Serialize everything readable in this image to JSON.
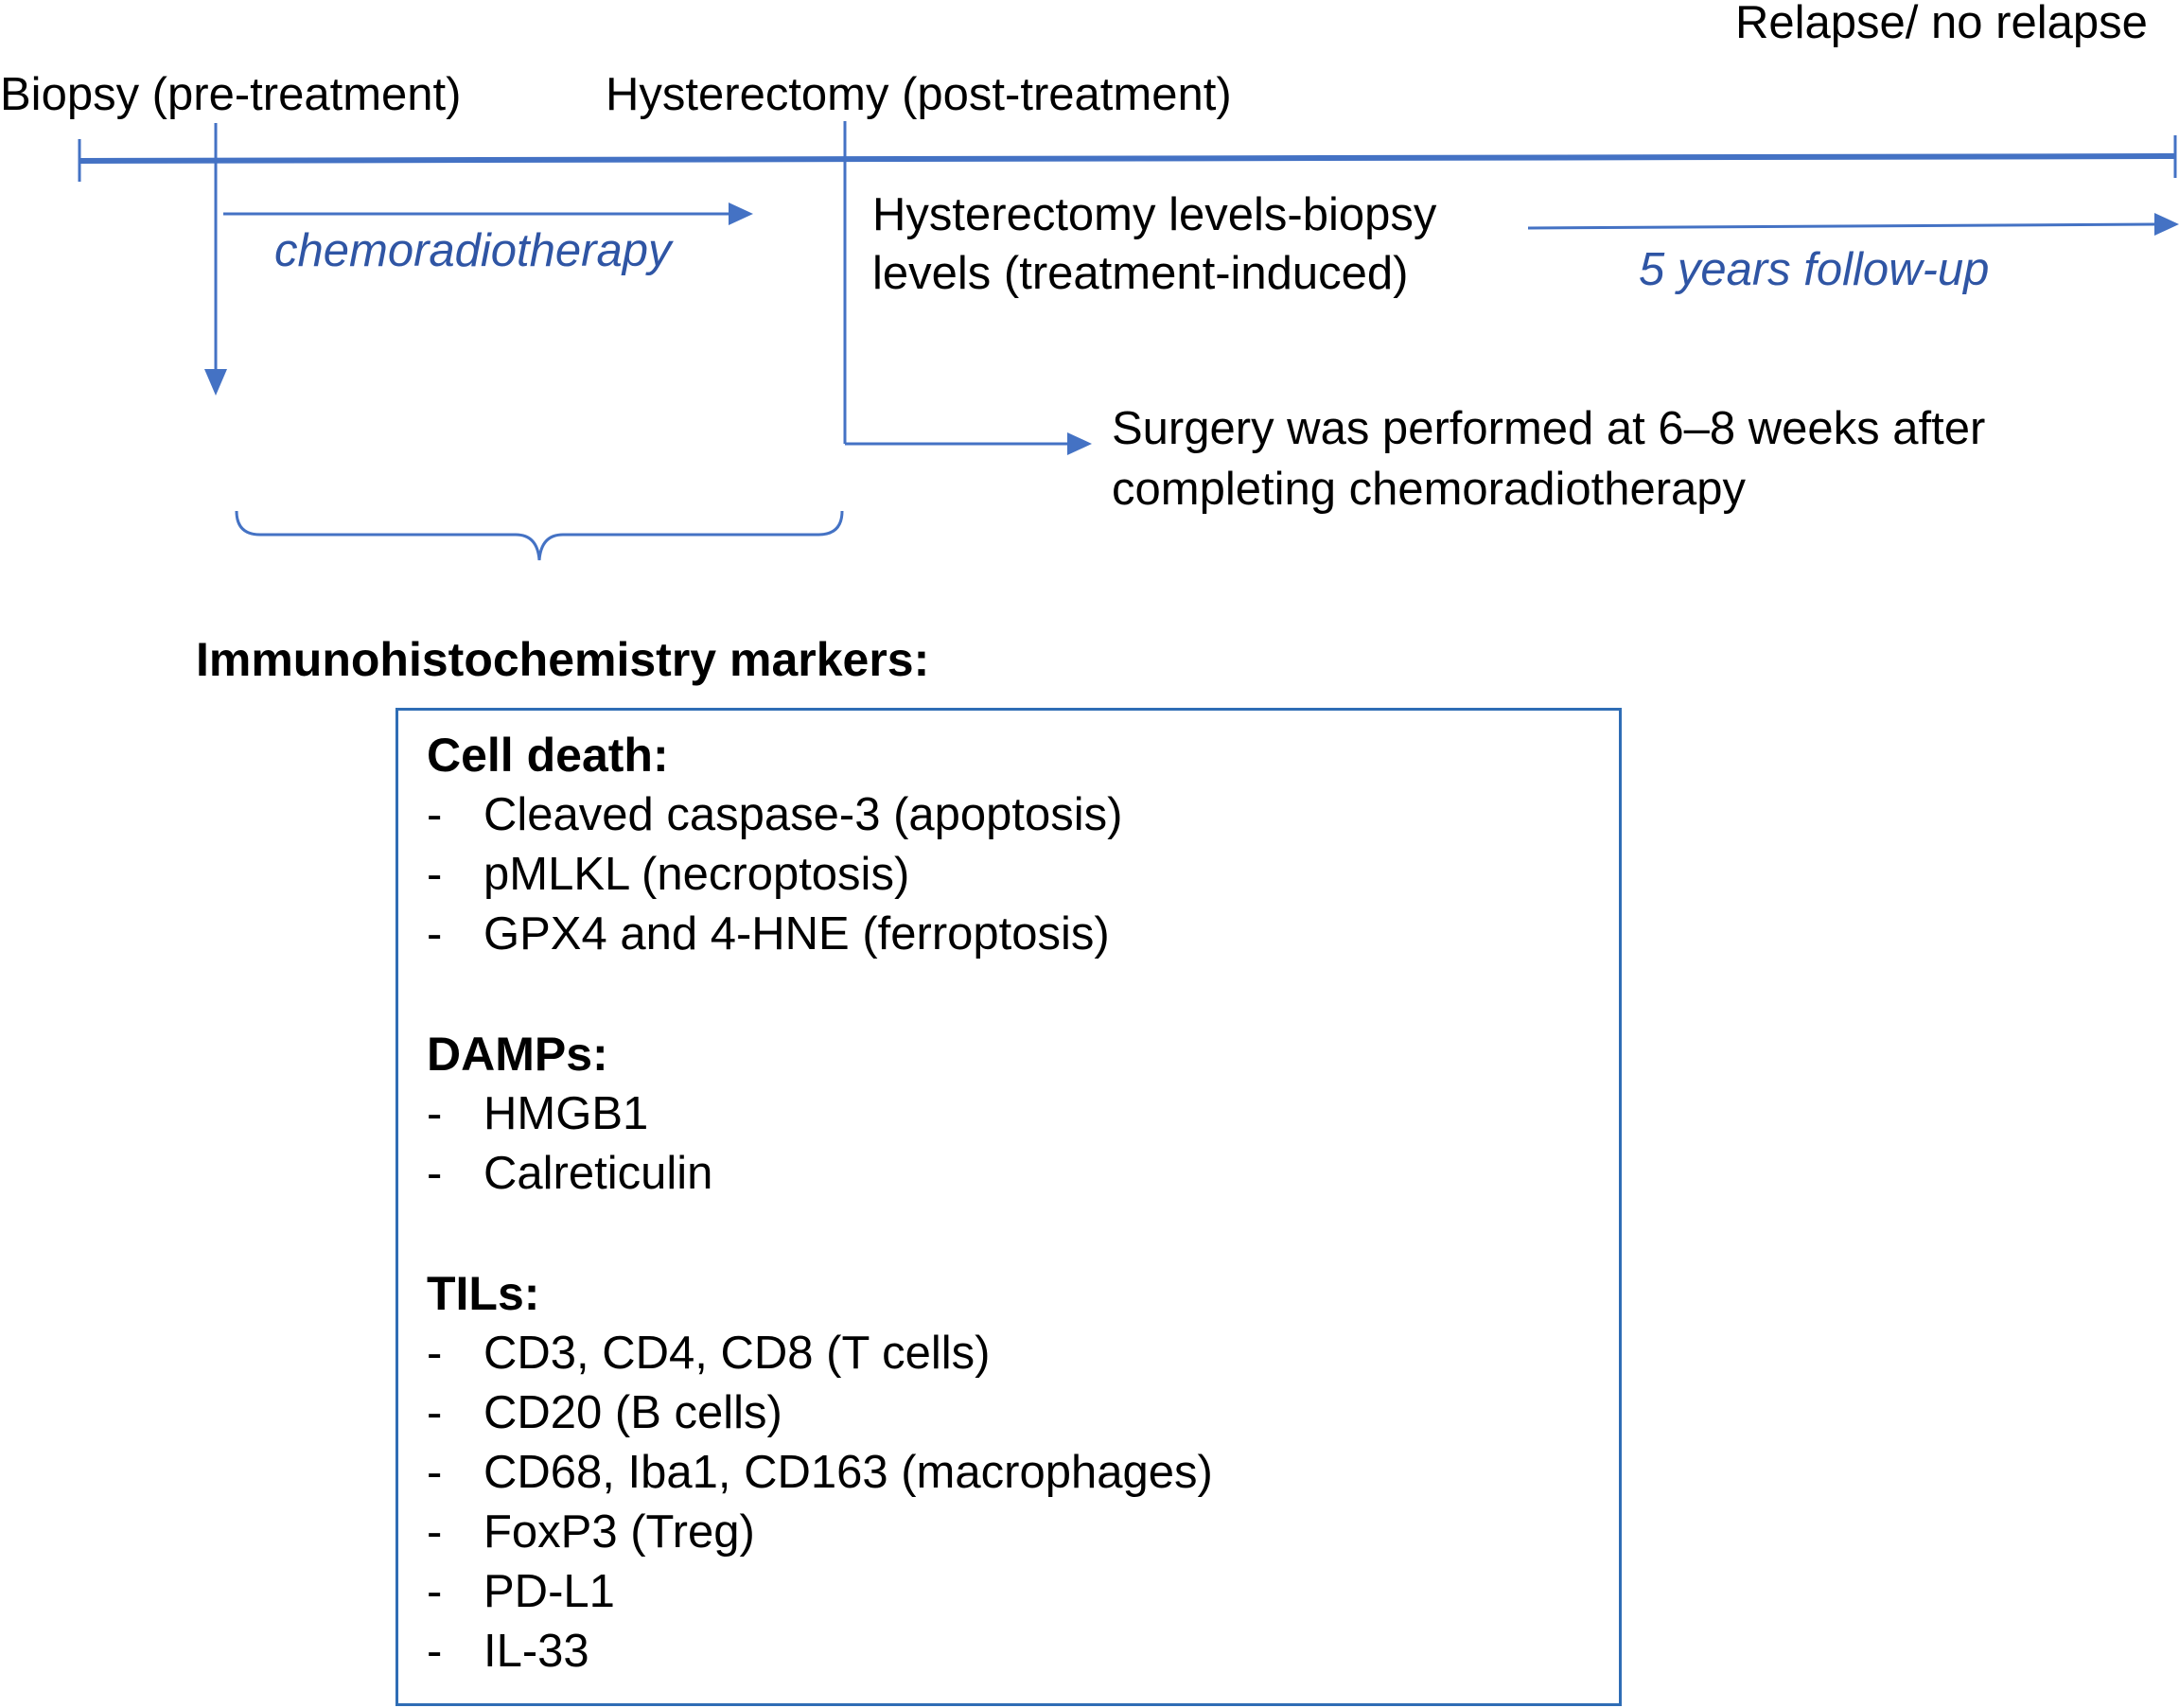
{
  "timeline": {
    "biopsy_label": "Biopsy (pre-treatment)",
    "hysterectomy_label": "Hysterectomy (post-treatment)",
    "relapse_label": "Relapse/ no relapse",
    "chemo_label": "chemoradiotherapy",
    "levels_label_line1": "Hysterectomy levels-biopsy",
    "levels_label_line2": "levels (treatment-induced)",
    "followup_label": "5 years follow-up",
    "surgery_note_line1": "Surgery was performed at 6–8 weeks after",
    "surgery_note_line2": "completing chemoradiotherapy"
  },
  "markers": {
    "heading": "Immunohistochemistry markers:",
    "groups": [
      {
        "title": "Cell death:",
        "items": [
          "Cleaved caspase-3 (apoptosis)",
          "pMLKL (necroptosis)",
          "GPX4 and 4-HNE (ferroptosis)"
        ]
      },
      {
        "title": "DAMPs:",
        "items": [
          "HMGB1",
          "Calreticulin"
        ]
      },
      {
        "title": "TILs:",
        "items": [
          "CD3, CD4, CD8 (T cells)",
          "CD20 (B cells)",
          "CD68, Iba1, CD163 (macrophages)",
          "FoxP3 (Treg)",
          "PD-L1",
          "IL-33"
        ]
      }
    ],
    "bullet": "-"
  },
  "colors": {
    "accent": "#4472c4",
    "italic_text": "#2f55a4",
    "box_border": "#2f6db5",
    "text": "#000000"
  }
}
